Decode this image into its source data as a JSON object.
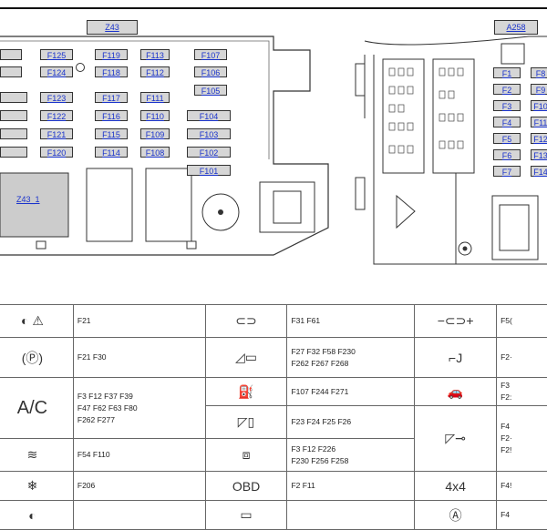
{
  "panels": {
    "left_label": "Z43",
    "left_relay": "Z43_1",
    "right_label": "A258",
    "left_fuses": [
      {
        "id": "f125",
        "label": "F125"
      },
      {
        "id": "f119",
        "label": "F119"
      },
      {
        "id": "f113",
        "label": "F113"
      },
      {
        "id": "f107",
        "label": "F107"
      },
      {
        "id": "f124",
        "label": "F124"
      },
      {
        "id": "f118",
        "label": "F118"
      },
      {
        "id": "f112",
        "label": "F112"
      },
      {
        "id": "f106",
        "label": "F106"
      },
      {
        "id": "f105",
        "label": "F105"
      },
      {
        "id": "f123",
        "label": "F123"
      },
      {
        "id": "f117",
        "label": "F117"
      },
      {
        "id": "f111",
        "label": "F111"
      },
      {
        "id": "f122",
        "label": "F122"
      },
      {
        "id": "f116",
        "label": "F116"
      },
      {
        "id": "f110",
        "label": "F110"
      },
      {
        "id": "f104",
        "label": "F104"
      },
      {
        "id": "f121",
        "label": "F121"
      },
      {
        "id": "f115",
        "label": "F115"
      },
      {
        "id": "f109",
        "label": "F109"
      },
      {
        "id": "f103",
        "label": "F103"
      },
      {
        "id": "f120",
        "label": "F120"
      },
      {
        "id": "f114",
        "label": "F114"
      },
      {
        "id": "f108",
        "label": "F108"
      },
      {
        "id": "f102",
        "label": "F102"
      },
      {
        "id": "f101",
        "label": "F101"
      }
    ],
    "right_fuses": [
      "F1",
      "F2",
      "F3",
      "F4",
      "F5",
      "F6",
      "F7",
      "F8",
      "F9",
      "F10",
      "F11",
      "F12",
      "F13",
      "F14"
    ]
  },
  "legend": {
    "col1": [
      {
        "icon": "warning-icon",
        "codes": "F21"
      },
      {
        "icon": "parking-brake-icon",
        "codes": "F21   F30"
      },
      {
        "icon": "ac-icon",
        "icon_text": "A/C",
        "codes": "F3    F12    F37  F39\nF47   F62    F63  F80\nF262  F277"
      },
      {
        "icon": "rear-defrost-icon",
        "codes": "F54    F110"
      },
      {
        "icon": "snowflake-icon",
        "codes": "F206"
      }
    ],
    "col2": [
      {
        "icon": "lights-icon",
        "codes": "F31   F61"
      },
      {
        "icon": "sunroof-icon",
        "codes": "F27    F32    F58    F230\nF262   F267   F268"
      },
      {
        "icon": "fuel-icon",
        "codes": "F107   F244   F271"
      },
      {
        "icon": "door-icon",
        "codes": "F23    F24    F25    F26"
      },
      {
        "icon": "seat-heater-icon",
        "codes": "F3     F12    F226\nF230   F256   F258"
      },
      {
        "icon": "obd-icon",
        "icon_text": "OBD",
        "codes": "F2     F11"
      }
    ],
    "col3": [
      {
        "icon": "key-icon",
        "codes": "F5("
      },
      {
        "icon": "tow-hook-icon",
        "codes": "F2·"
      },
      {
        "icon": "car-alarm-icon",
        "codes": "F3\nF2:"
      },
      {
        "icon": "door-lock-icon",
        "codes": "F4\nF2·\nF2!"
      },
      {
        "icon": "4x4-icon",
        "icon_text": "4x4",
        "codes": "F4!"
      },
      {
        "icon": "auto-icon",
        "codes": "F4"
      }
    ]
  }
}
